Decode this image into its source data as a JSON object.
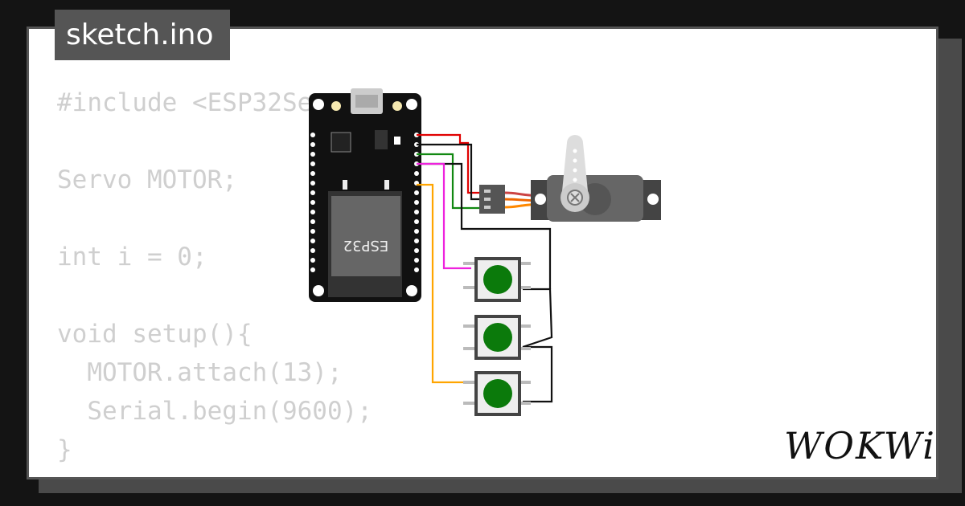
{
  "tab": {
    "filename": "sketch.ino"
  },
  "code": {
    "lines": [
      "#include <ESP32Se",
      "",
      "Servo MOTOR;",
      "",
      "int i = 0;",
      "",
      "void setup(){",
      "  MOTOR.attach(13);",
      "  Serial.begin(9600);",
      "}"
    ]
  },
  "board": {
    "chip_label": "ESP32"
  },
  "brand": {
    "logo_text": "WOKWi"
  },
  "colors": {
    "wire_red": "#e00000",
    "wire_black": "#111111",
    "wire_green": "#118811",
    "wire_magenta": "#ee22dd",
    "wire_orange": "#ffa500",
    "button_cap": "#0b7a0b"
  }
}
